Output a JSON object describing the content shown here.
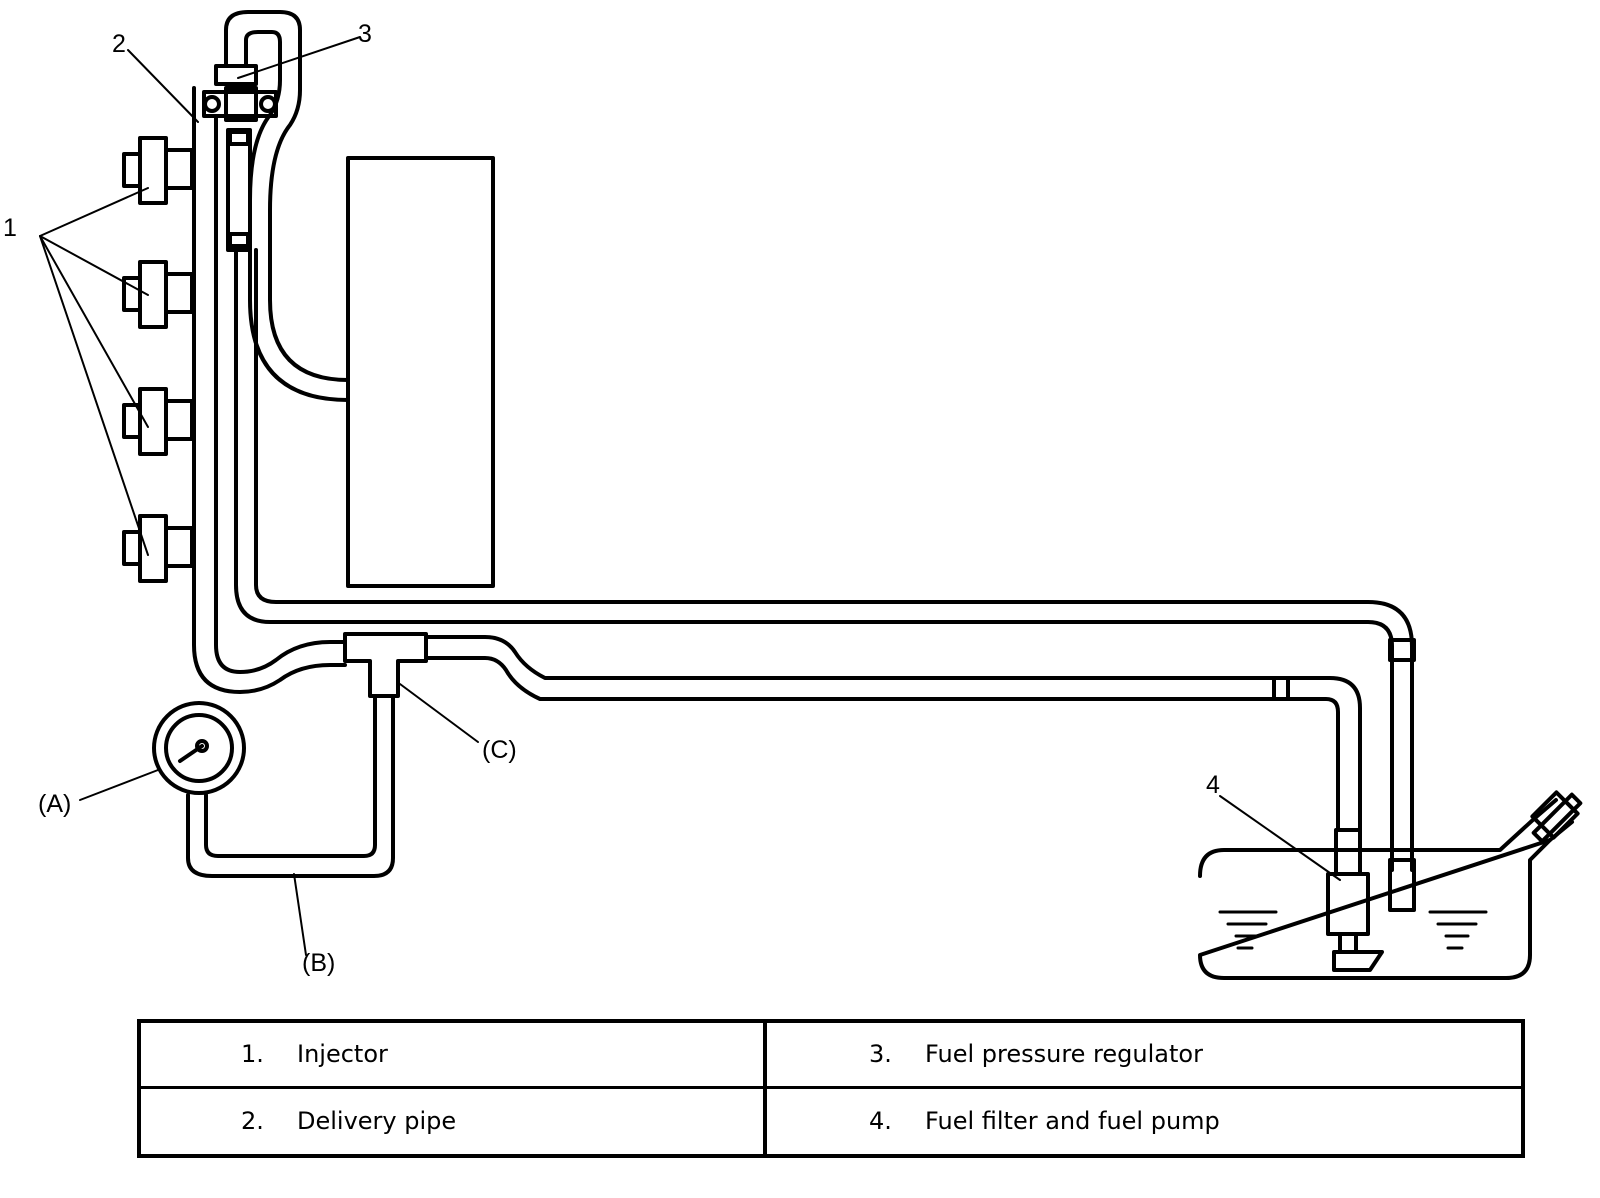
{
  "callouts": {
    "injector": "1",
    "delivery_pipe": "2",
    "regulator": "3",
    "pump": "4",
    "gauge": "(A)",
    "hose": "(B)",
    "tee": "(C)"
  },
  "legend": [
    {
      "num": "1.",
      "label": "Injector"
    },
    {
      "num": "3.",
      "label": "Fuel pressure regulator"
    },
    {
      "num": "2.",
      "label": "Delivery pipe"
    },
    {
      "num": "4.",
      "label": "Fuel filter and fuel pump"
    }
  ]
}
